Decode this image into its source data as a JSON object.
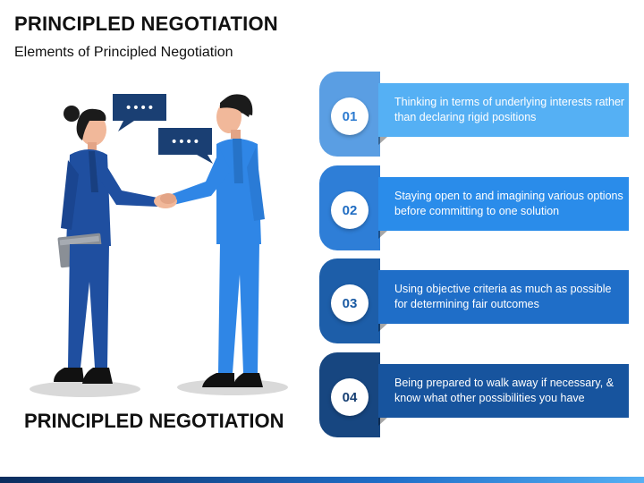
{
  "header": {
    "title": "PRINCIPLED NEGOTIATION",
    "subtitle": "Elements of Principled Negotiation"
  },
  "illustration": {
    "bottom_title": "PRINCIPLED NEGOTIATION",
    "speech_bubbles": [
      "••••",
      "••••"
    ],
    "colors": {
      "woman_suit": "#1f4fa0",
      "man_suit": "#2f86e6",
      "hair": "#1b1b1b",
      "skin": "#f1b89a",
      "folder": "#8a8f96"
    }
  },
  "elements": [
    {
      "number": "01",
      "text": "Thinking in terms of underlying interests rather than declaring rigid positions"
    },
    {
      "number": "02",
      "text": "Staying open to and imagining various options before committing to one solution"
    },
    {
      "number": "03",
      "text": "Using objective criteria as much as possible for determining fair outcomes"
    },
    {
      "number": "04",
      "text": "Being prepared to walk away if necessary, & know what other possibilities you have"
    }
  ]
}
